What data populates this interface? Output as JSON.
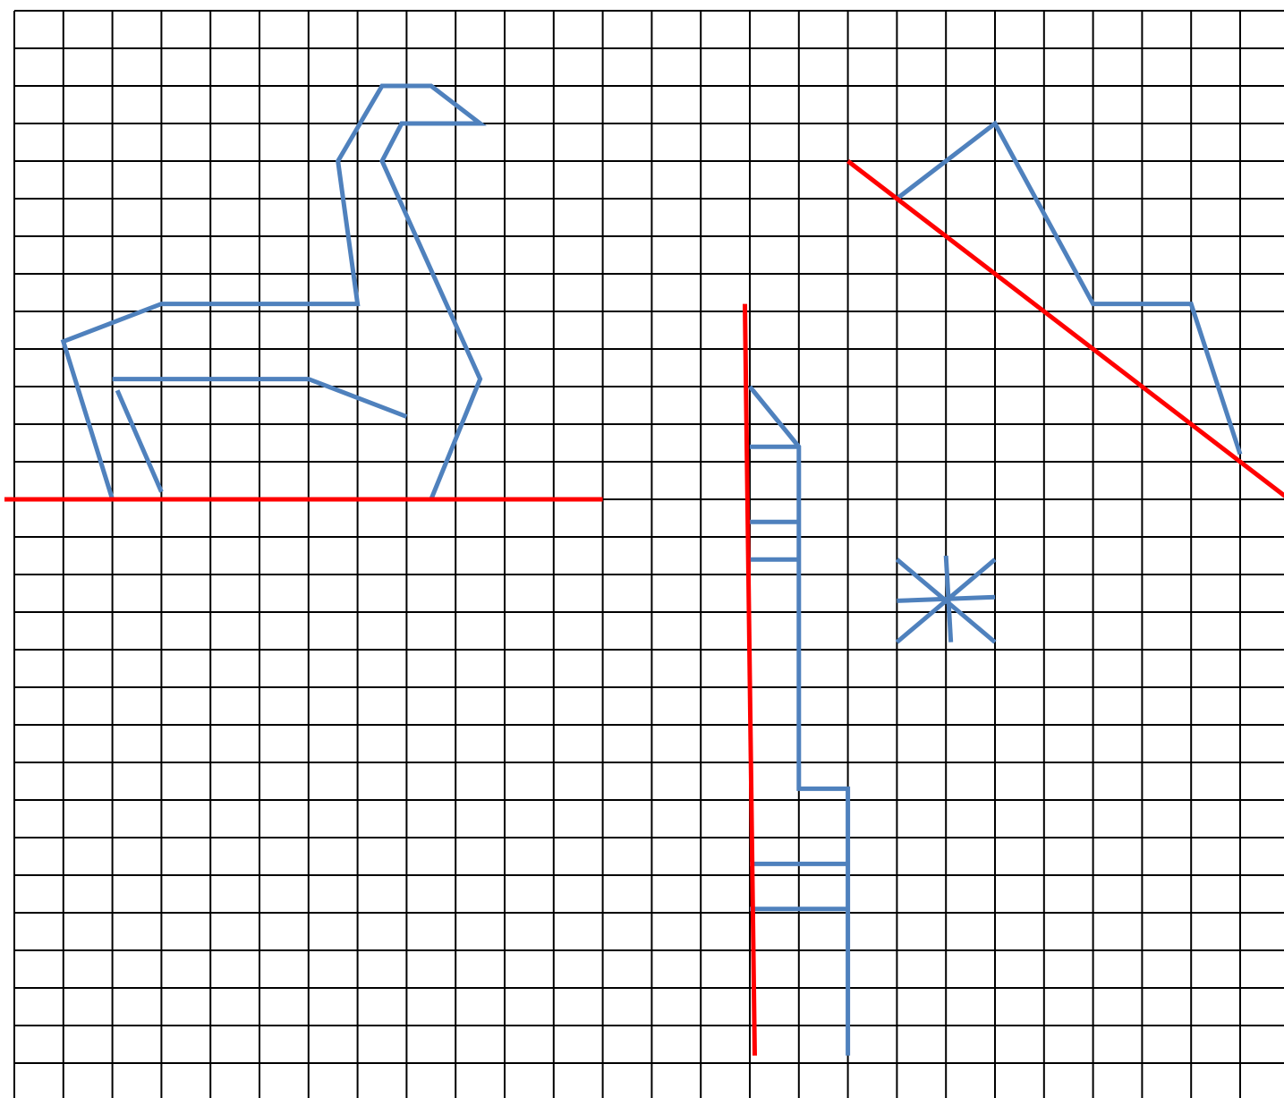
{
  "colors": {
    "background": "#ffffff",
    "grid": "#000000",
    "figure": "#4f81bd",
    "axis": "#ff0000"
  },
  "grid": {
    "columns": 26,
    "rows": 28
  },
  "figures": [
    {
      "name": "swan-figure",
      "color": "figure",
      "paths": [
        [
          [
            2,
            13
          ],
          [
            1,
            8.8
          ],
          [
            3,
            7.8
          ],
          [
            7,
            7.8
          ],
          [
            6.6,
            4
          ],
          [
            7.5,
            2
          ],
          [
            8.5,
            2
          ],
          [
            9.5,
            3
          ],
          [
            7.9,
            3
          ],
          [
            7.5,
            4
          ],
          [
            9.5,
            9.8
          ],
          [
            8.5,
            13
          ]
        ],
        [
          [
            2,
            9.8
          ],
          [
            6,
            9.8
          ],
          [
            8,
            10.8
          ]
        ],
        [
          [
            2.1,
            10.1
          ],
          [
            3,
            12.8
          ]
        ]
      ]
    },
    {
      "name": "ladder-figure",
      "color": "figure",
      "paths": [
        [
          [
            15,
            10
          ],
          [
            16,
            11.6
          ],
          [
            16,
            20.7
          ],
          [
            17,
            20.7
          ],
          [
            17,
            27.8
          ]
        ],
        [
          [
            15,
            11.6
          ],
          [
            16,
            11.6
          ]
        ],
        [
          [
            15,
            13.6
          ],
          [
            16,
            13.6
          ]
        ],
        [
          [
            15,
            14.6
          ],
          [
            16,
            14.6
          ]
        ],
        [
          [
            15,
            22.7
          ],
          [
            17,
            22.7
          ]
        ],
        [
          [
            15,
            23.9
          ],
          [
            17,
            23.9
          ]
        ]
      ]
    },
    {
      "name": "snowflake-figure",
      "color": "figure",
      "paths": [
        [
          [
            18,
            14.6
          ],
          [
            20,
            16.8
          ]
        ],
        [
          [
            18,
            16.8
          ],
          [
            20,
            14.6
          ]
        ],
        [
          [
            18,
            15.7
          ],
          [
            20,
            15.6
          ]
        ],
        [
          [
            19,
            14.5
          ],
          [
            19.1,
            16.8
          ]
        ]
      ]
    },
    {
      "name": "half-shape-figure",
      "color": "figure",
      "paths": [
        [
          [
            18,
            5
          ],
          [
            20,
            3
          ],
          [
            22,
            7.8
          ],
          [
            24,
            7.8
          ],
          [
            25,
            11.8
          ]
        ]
      ]
    },
    {
      "name": "symmetry-axes",
      "color": "axis",
      "paths": [
        [
          [
            -0.2,
            13
          ],
          [
            12,
            13
          ]
        ],
        [
          [
            14.9,
            7.8
          ],
          [
            15.1,
            27.8
          ]
        ],
        [
          [
            17,
            4
          ],
          [
            26,
            13
          ]
        ]
      ]
    }
  ]
}
